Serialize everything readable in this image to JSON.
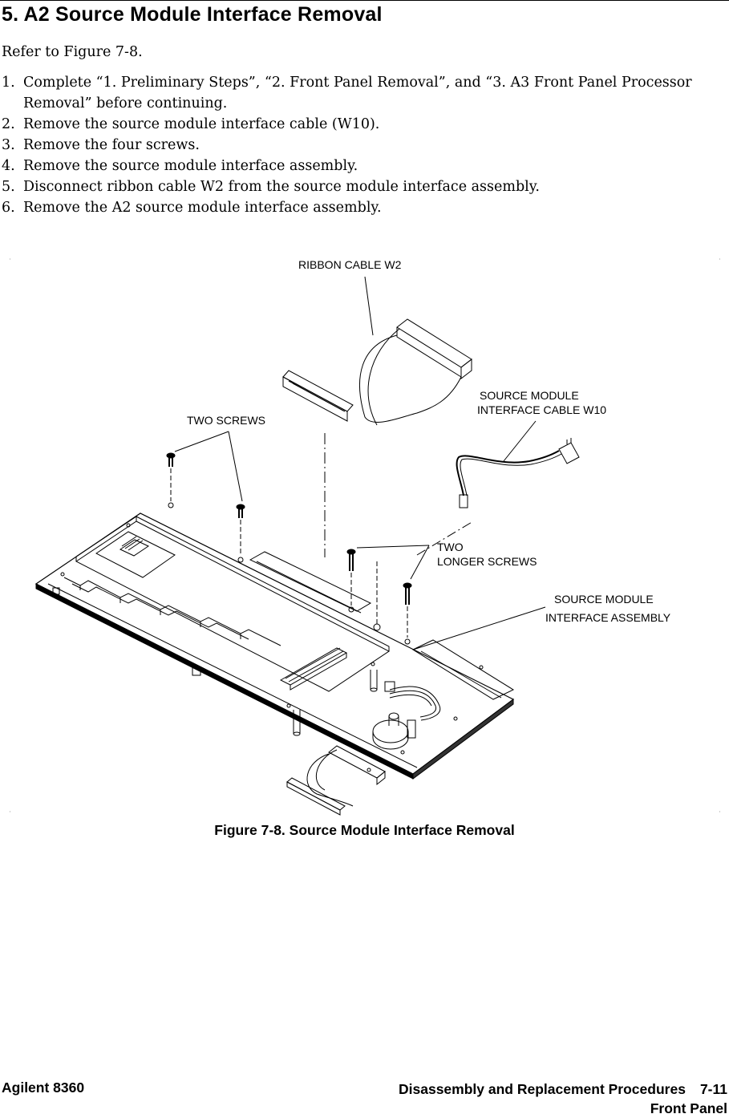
{
  "section": {
    "title": "5. A2 Source Module Interface Removal",
    "intro": "Refer to Figure 7-8."
  },
  "steps": [
    {
      "num": "1.",
      "text": "Complete “1. Preliminary Steps”, “2. Front Panel Removal”, and “3. A3 Front Panel Processor Removal” before continuing."
    },
    {
      "num": "2.",
      "text": "Remove the source module interface cable (W10)."
    },
    {
      "num": "3.",
      "text": "Remove the four screws."
    },
    {
      "num": "4.",
      "text": "Remove the source module interface assembly."
    },
    {
      "num": "5.",
      "text": "Disconnect ribbon cable W2 from the source module interface assembly."
    },
    {
      "num": "6.",
      "text": "Remove the A2 source module interface assembly."
    }
  ],
  "figure": {
    "labels": {
      "ribbon_cable": "RIBBON  CABLE  W2",
      "smi_cable_1": "SOURCE  MODULE",
      "smi_cable_2": "INTERFACE  CABLE  W10",
      "two_screws": "TWO  SCREWS",
      "longer_1": "TWO",
      "longer_2": "LONGER  SCREWS",
      "assembly_1": "SOURCE  MODULE",
      "assembly_2": "INTERFACE  ASSEMBLY"
    },
    "caption": "Figure 7-8. Source Module Interface Removal"
  },
  "footer": {
    "left": "Agilent 8360",
    "right_title": "Disassembly and Replacement Procedures",
    "page": "7-11",
    "subsection": "Front Panel"
  }
}
